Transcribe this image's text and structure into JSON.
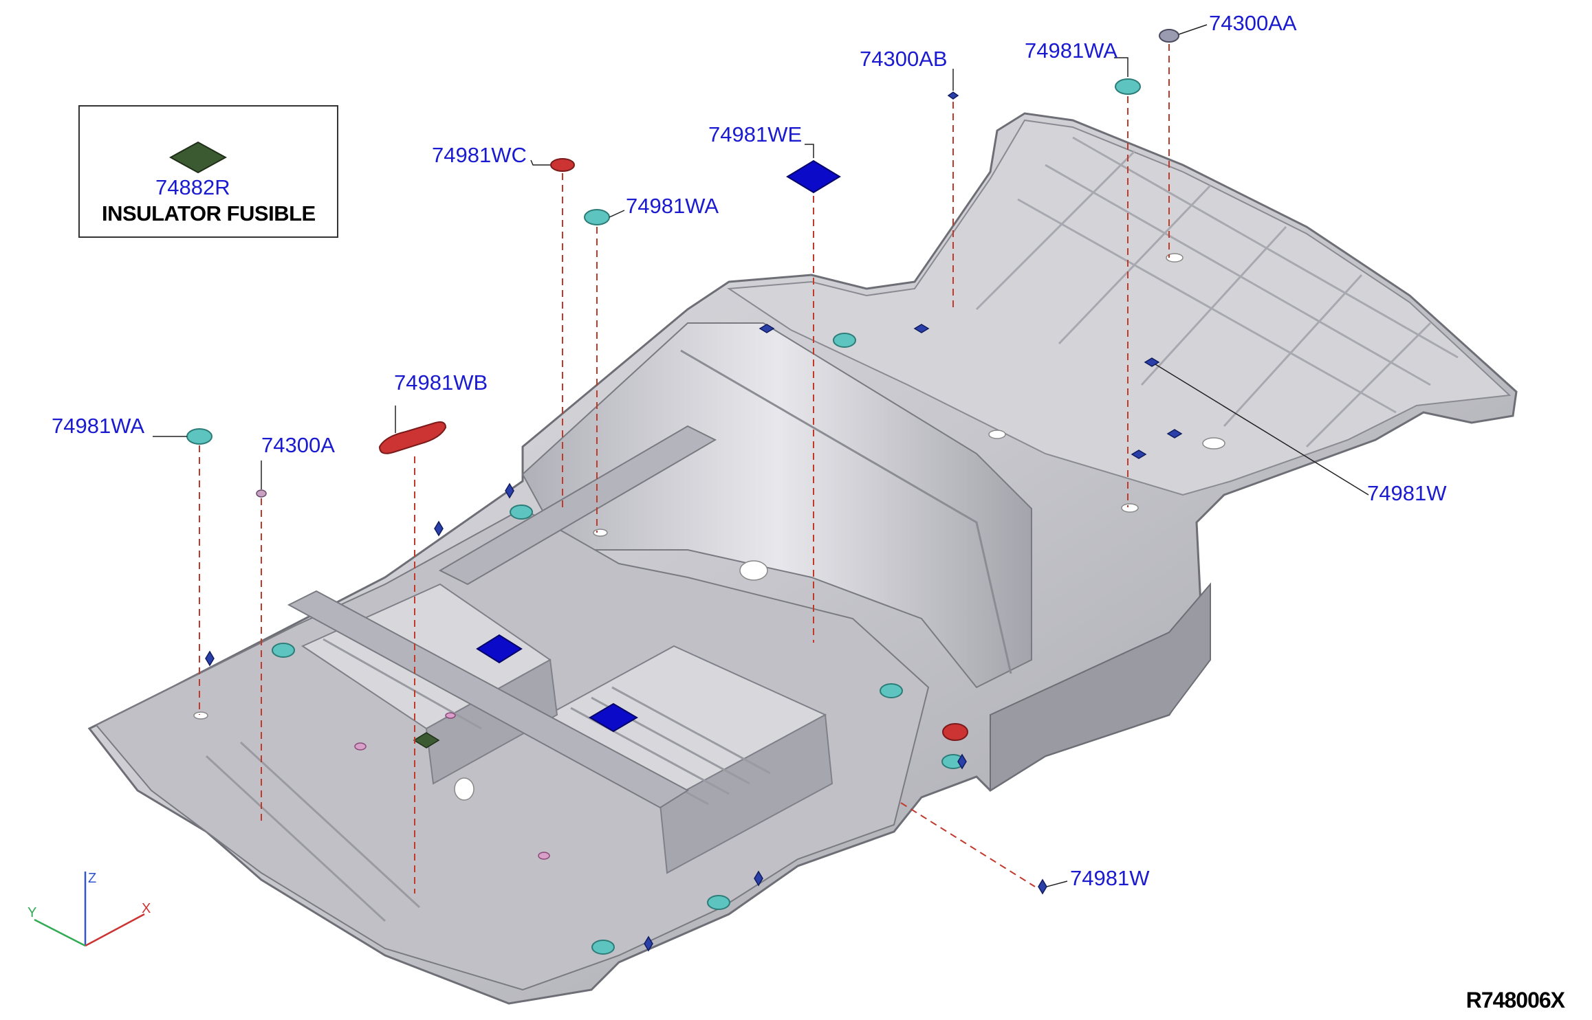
{
  "legend": {
    "part_code": "74882R",
    "part_name": "INSULATOR FUSIBLE",
    "swatch_color": "#3c5a32"
  },
  "callouts": [
    {
      "id": "c1",
      "code": "74300AA"
    },
    {
      "id": "c2",
      "code": "74981WA"
    },
    {
      "id": "c3",
      "code": "74300AB"
    },
    {
      "id": "c4",
      "code": "74981WE"
    },
    {
      "id": "c5",
      "code": "74981WC"
    },
    {
      "id": "c6",
      "code": "74981WA"
    },
    {
      "id": "c7",
      "code": "74981WB"
    },
    {
      "id": "c8",
      "code": "74981WA"
    },
    {
      "id": "c9",
      "code": "74300A"
    },
    {
      "id": "c10",
      "code": "74981W"
    },
    {
      "id": "c11",
      "code": "74981W"
    }
  ],
  "axes": {
    "z": "Z",
    "y": "Y",
    "x": "X"
  },
  "drawing_number": "R748006X",
  "colors": {
    "callout_text": "#1a1ad0",
    "leader_dash": "#c0392b",
    "plug_teal": "#5ec4c0",
    "patch_blue": "#0a0ac8",
    "plug_red": "#cc3333",
    "floor_gray": "#c8c8cc"
  }
}
